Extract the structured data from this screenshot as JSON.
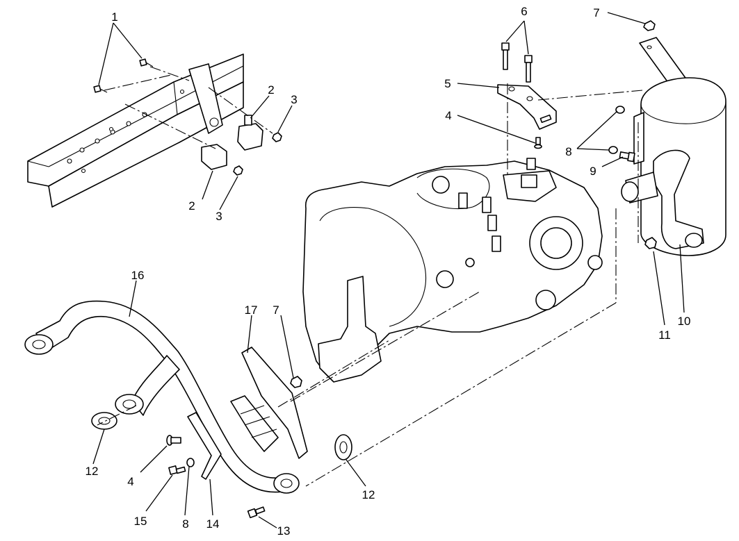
{
  "callouts": [
    {
      "id": "c1",
      "label": "1"
    },
    {
      "id": "c2a",
      "label": "2"
    },
    {
      "id": "c2b",
      "label": "2"
    },
    {
      "id": "c3a",
      "label": "3"
    },
    {
      "id": "c3b",
      "label": "3"
    },
    {
      "id": "c4a",
      "label": "4"
    },
    {
      "id": "c4b",
      "label": "4"
    },
    {
      "id": "c5",
      "label": "5"
    },
    {
      "id": "c6",
      "label": "6"
    },
    {
      "id": "c7a",
      "label": "7"
    },
    {
      "id": "c7b",
      "label": "7"
    },
    {
      "id": "c8a",
      "label": "8"
    },
    {
      "id": "c8b",
      "label": "8"
    },
    {
      "id": "c9",
      "label": "9"
    },
    {
      "id": "c10",
      "label": "10"
    },
    {
      "id": "c11",
      "label": "11"
    },
    {
      "id": "c12a",
      "label": "12"
    },
    {
      "id": "c12b",
      "label": "12"
    },
    {
      "id": "c13",
      "label": "13"
    },
    {
      "id": "c14",
      "label": "14"
    },
    {
      "id": "c15",
      "label": "15"
    },
    {
      "id": "c16",
      "label": "16"
    },
    {
      "id": "c17",
      "label": "17"
    }
  ]
}
